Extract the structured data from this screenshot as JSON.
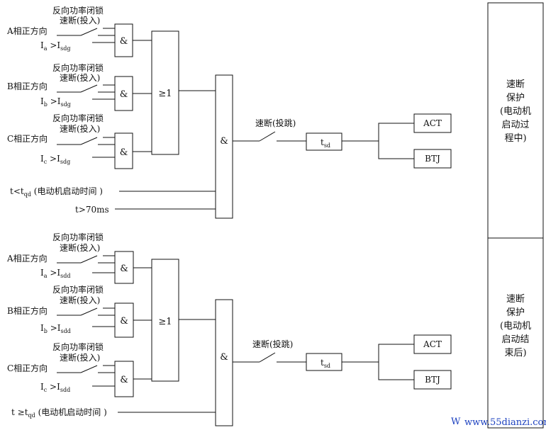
{
  "sections": [
    {
      "inputs": [
        {
          "label": "A相正方向",
          "rev_label": "反向功率闭锁",
          "quick_label": "速断(投入)",
          "cur_main": "I",
          "cur_sub": "a",
          "cur_op": " >I",
          "cur_sub2": "sdg"
        },
        {
          "label": "B相正方向",
          "rev_label": "反向功率闭锁",
          "quick_label": "速断(投入)",
          "cur_main": "I",
          "cur_sub": "b",
          "cur_op": " >I",
          "cur_sub2": "sdg"
        },
        {
          "label": "C相正方向",
          "rev_label": "反向功率闭锁",
          "quick_label": "速断(投入)",
          "cur_main": "I",
          "cur_sub": "c",
          "cur_op": " >I",
          "cur_sub2": "sdg"
        }
      ],
      "conds": [
        {
          "pre": "t<t",
          "sub": "qd",
          "post": " (电动机启动时间 )"
        },
        {
          "pre": "t>70ms",
          "sub": "",
          "post": ""
        }
      ],
      "and_gate": "&",
      "or_gate": "≥1",
      "main_and": "&",
      "trip_label": "速断(投跳)",
      "timer_main": "t",
      "timer_sub": "sd",
      "act": "ACT",
      "btj": "BTJ",
      "side_lines": [
        "速断",
        "保护",
        "(电动机",
        "启动过",
        "程中)"
      ]
    },
    {
      "inputs": [
        {
          "label": "A相正方向",
          "rev_label": "反向功率闭锁",
          "quick_label": "速断(投入)",
          "cur_main": "I",
          "cur_sub": "a",
          "cur_op": " >I",
          "cur_sub2": "sdd"
        },
        {
          "label": "B相正方向",
          "rev_label": "反向功率闭锁",
          "quick_label": "速断(投入)",
          "cur_main": "I",
          "cur_sub": "b",
          "cur_op": " >I",
          "cur_sub2": "sdd"
        },
        {
          "label": "C相正方向",
          "rev_label": "反向功率闭锁",
          "quick_label": "速断(投入)",
          "cur_main": "I",
          "cur_sub": "c",
          "cur_op": " >I",
          "cur_sub2": "sdd"
        }
      ],
      "conds": [
        {
          "pre": "t ≥t",
          "sub": "qd",
          "post": " (电动机启动时间 )"
        }
      ],
      "and_gate": "&",
      "or_gate": "≥1",
      "main_and": "&",
      "trip_label": "速断(投跳)",
      "timer_main": "t",
      "timer_sub": "sd",
      "act": "ACT",
      "btj": "BTJ",
      "side_lines": [
        "速断",
        "保护",
        "(电动机",
        "启动结",
        "束后)"
      ]
    }
  ],
  "watermark": {
    "left": "W",
    "right": "www.55dianzi.com"
  },
  "colors": {
    "line": "#111111",
    "watermark": "#1a3fbf"
  }
}
